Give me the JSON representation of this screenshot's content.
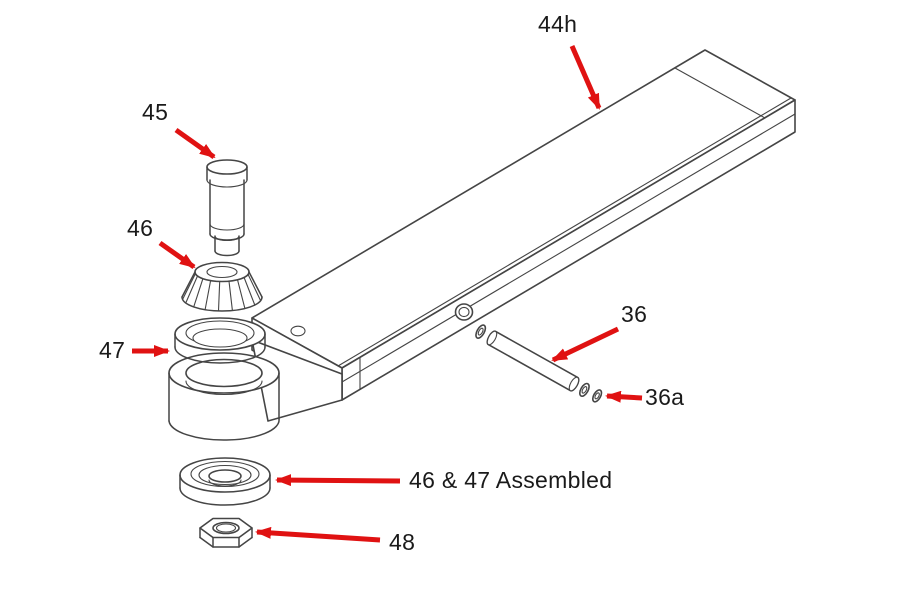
{
  "page": {
    "background": "#ffffff"
  },
  "diagram": {
    "type": "exploded-parts-diagram",
    "line_color": "#454545",
    "arrow_color": "#e01212",
    "label_color": "#1a1a1a"
  },
  "labels": {
    "arm": "44h",
    "pivot_pin": "45",
    "bearing_cone": "46",
    "bearing_cup": "47",
    "pin": "36",
    "pin_ring": "36a",
    "assembled": "46 & 47 Assembled",
    "nut": "48"
  }
}
